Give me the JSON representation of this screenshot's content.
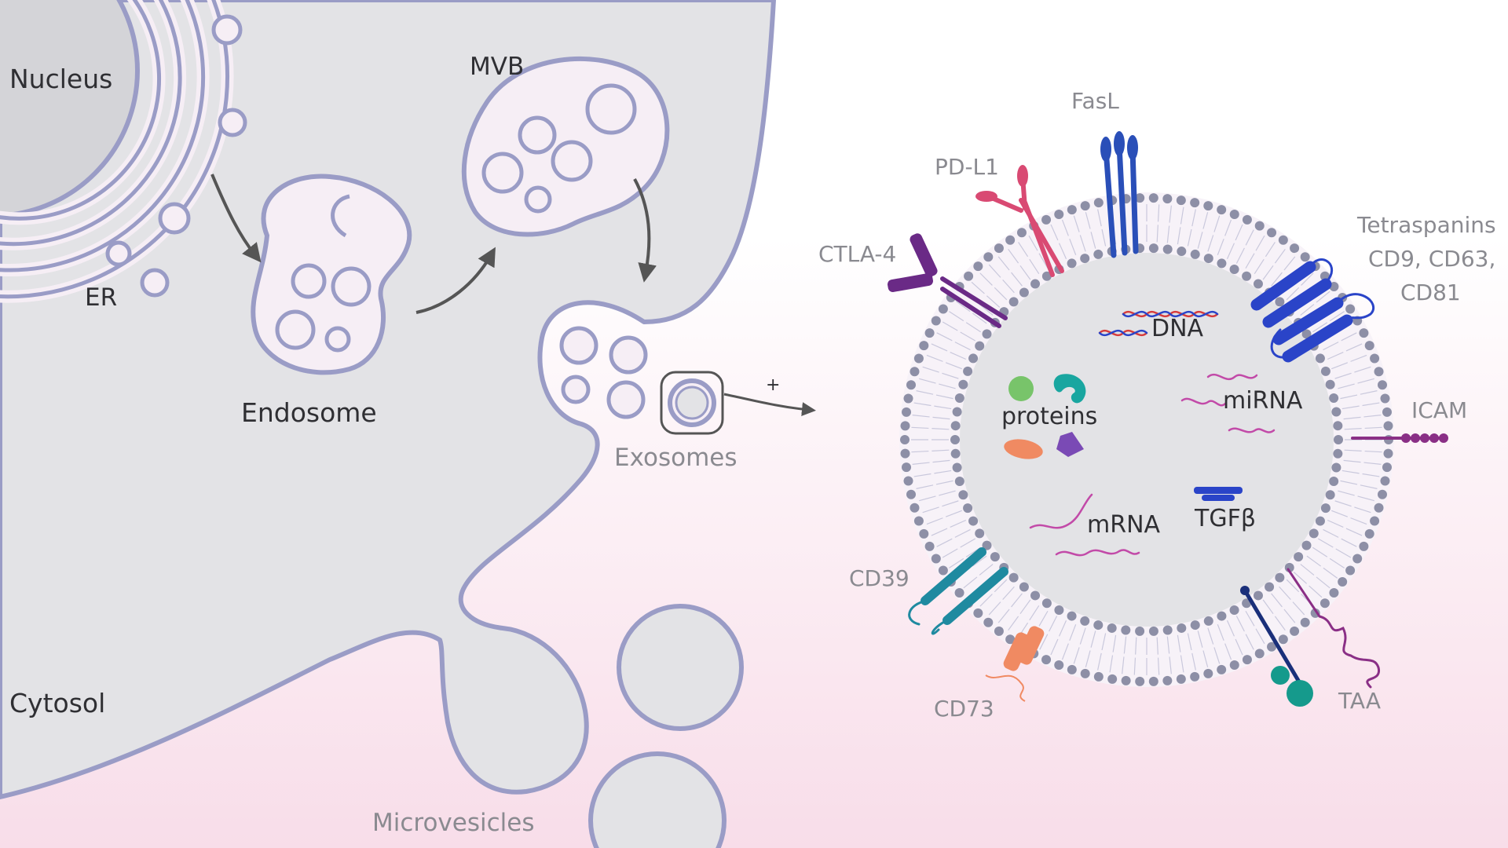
{
  "cell": {
    "nucleus": "Nucleus",
    "er": "ER",
    "mvb": "MVB",
    "endosome": "Endosome",
    "cytosol": "Cytosol",
    "exosomes": "Exosomes",
    "microvesicles": "Microvesicles",
    "plus_sign": "+"
  },
  "exosome": {
    "markers": {
      "fasl": "FasL",
      "pdl1": "PD-L1",
      "ctla4": "CTLA-4",
      "tetraspanins_1": "Tetraspanins",
      "tetraspanins_2": "CD9, CD63,",
      "tetraspanins_3": "CD81",
      "icam": "ICAM",
      "cd39": "CD39",
      "cd73": "CD73",
      "taa": "TAA"
    },
    "cargo": {
      "dna": "DNA",
      "mirna": "miRNA",
      "proteins": "proteins",
      "mrna": "mRNA",
      "tgfb": "TGFβ"
    }
  },
  "colors": {
    "background_top": "#ffffff",
    "background_bottom": "#f8dde9",
    "cell_fill": "#e3e3e6",
    "membrane": "#9a9cc6",
    "vesicle_fill": "#f6eef5",
    "bead": "#8d8fa6",
    "fasl": "#2a4fb8",
    "pdl1": "#d94a73",
    "ctla4": "#6a2a86",
    "tetraspanin": "#2a44c8",
    "icam": "#8a2f86",
    "cd39": "#1f8aa0",
    "cd73": "#f08a62",
    "taa": "#1a2f7a",
    "taa_head": "#159a8c"
  }
}
